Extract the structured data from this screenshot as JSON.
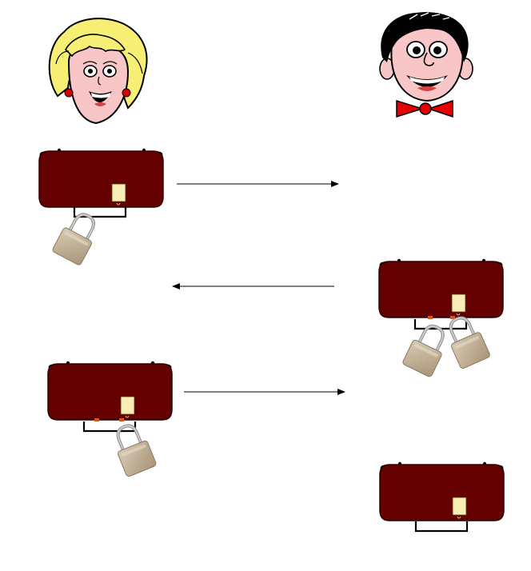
{
  "diagram": {
    "participants": [
      {
        "id": "sender",
        "icon": "blonde-woman-face-icon",
        "side": "left"
      },
      {
        "id": "receiver",
        "icon": "man-with-bow-tie-face-icon",
        "side": "right"
      }
    ],
    "steps": [
      {
        "step": 1,
        "box_owner": "sender",
        "padlocks": 1,
        "direction": "left-to-right"
      },
      {
        "step": 2,
        "box_owner": "receiver",
        "padlocks": 2,
        "direction": "right-to-left"
      },
      {
        "step": 3,
        "box_owner": "sender",
        "padlocks": 1,
        "direction": "left-to-right"
      },
      {
        "step": 4,
        "box_owner": "receiver",
        "padlocks": 0,
        "direction": "none"
      }
    ],
    "colors": {
      "box": "#640000",
      "box_latch": "#f6eeb4",
      "padlock_body": "#cabaa0",
      "padlock_shackle": "#a9a9a9",
      "hasp_tab": "#d9541e",
      "woman_hair": "#f7ef74",
      "man_hair": "#000000",
      "skin": "#f9c6c8",
      "bow_tie": "#e30000"
    }
  }
}
